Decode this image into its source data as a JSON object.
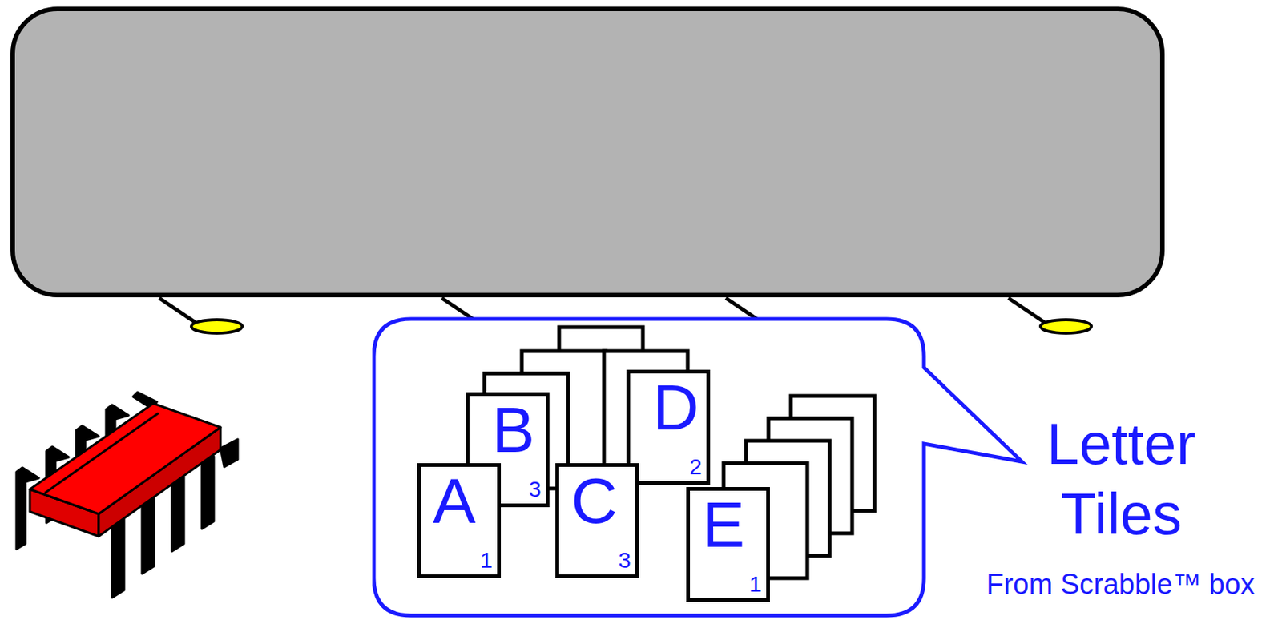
{
  "diagram": {
    "nodes": [
      {
        "text": [
          "Letter Tiles",
          "From Scrabble™ box"
        ]
      },
      {
        "text": [
          "A",
          "1"
        ],
        "in": 0
      },
      {
        "text": [
          "B",
          "3"
        ],
        "in": 0
      },
      {
        "text": [
          "C",
          "3"
        ],
        "in": 0
      },
      {
        "text": [
          "D",
          "2"
        ],
        "in": 0
      },
      {
        "text": [
          "E",
          "1"
        ],
        "in": 0
      }
    ]
  }
}
